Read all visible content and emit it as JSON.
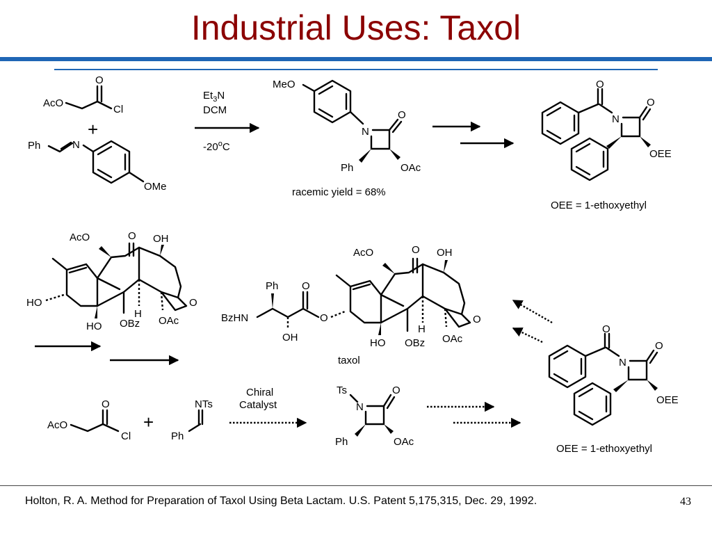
{
  "slide": {
    "title": "Industrial Uses: Taxol",
    "citation": "Holton, R. A.  Method for Preparation of Taxol Using Beta Lactam. U.S. Patent 5,175,315, Dec. 29, 1992.",
    "page_number": "43"
  },
  "colors": {
    "title": "#8b0000",
    "rule": "#1f66b5"
  },
  "labels": {
    "aco": "AcO",
    "o": "O",
    "cl": "Cl",
    "plus": "+",
    "ph": "Ph",
    "n": "N",
    "ome": "OMe",
    "meo": "MeO",
    "oac": "OAc",
    "oee": "OEE",
    "oh": "OH",
    "ho": "HO",
    "obz": "OBz",
    "h": "H",
    "bzhn": "BzHN",
    "nts": "NTs",
    "ts": "Ts",
    "conditions_reagent": "Et3N",
    "conditions_solvent": "DCM",
    "conditions_temp": "-20oC",
    "racemic_yield": "racemic yield = 68%",
    "oee_def": "OEE = 1-ethoxyethyl",
    "taxol": "taxol",
    "chiral": "Chiral",
    "catalyst": "Catalyst"
  }
}
